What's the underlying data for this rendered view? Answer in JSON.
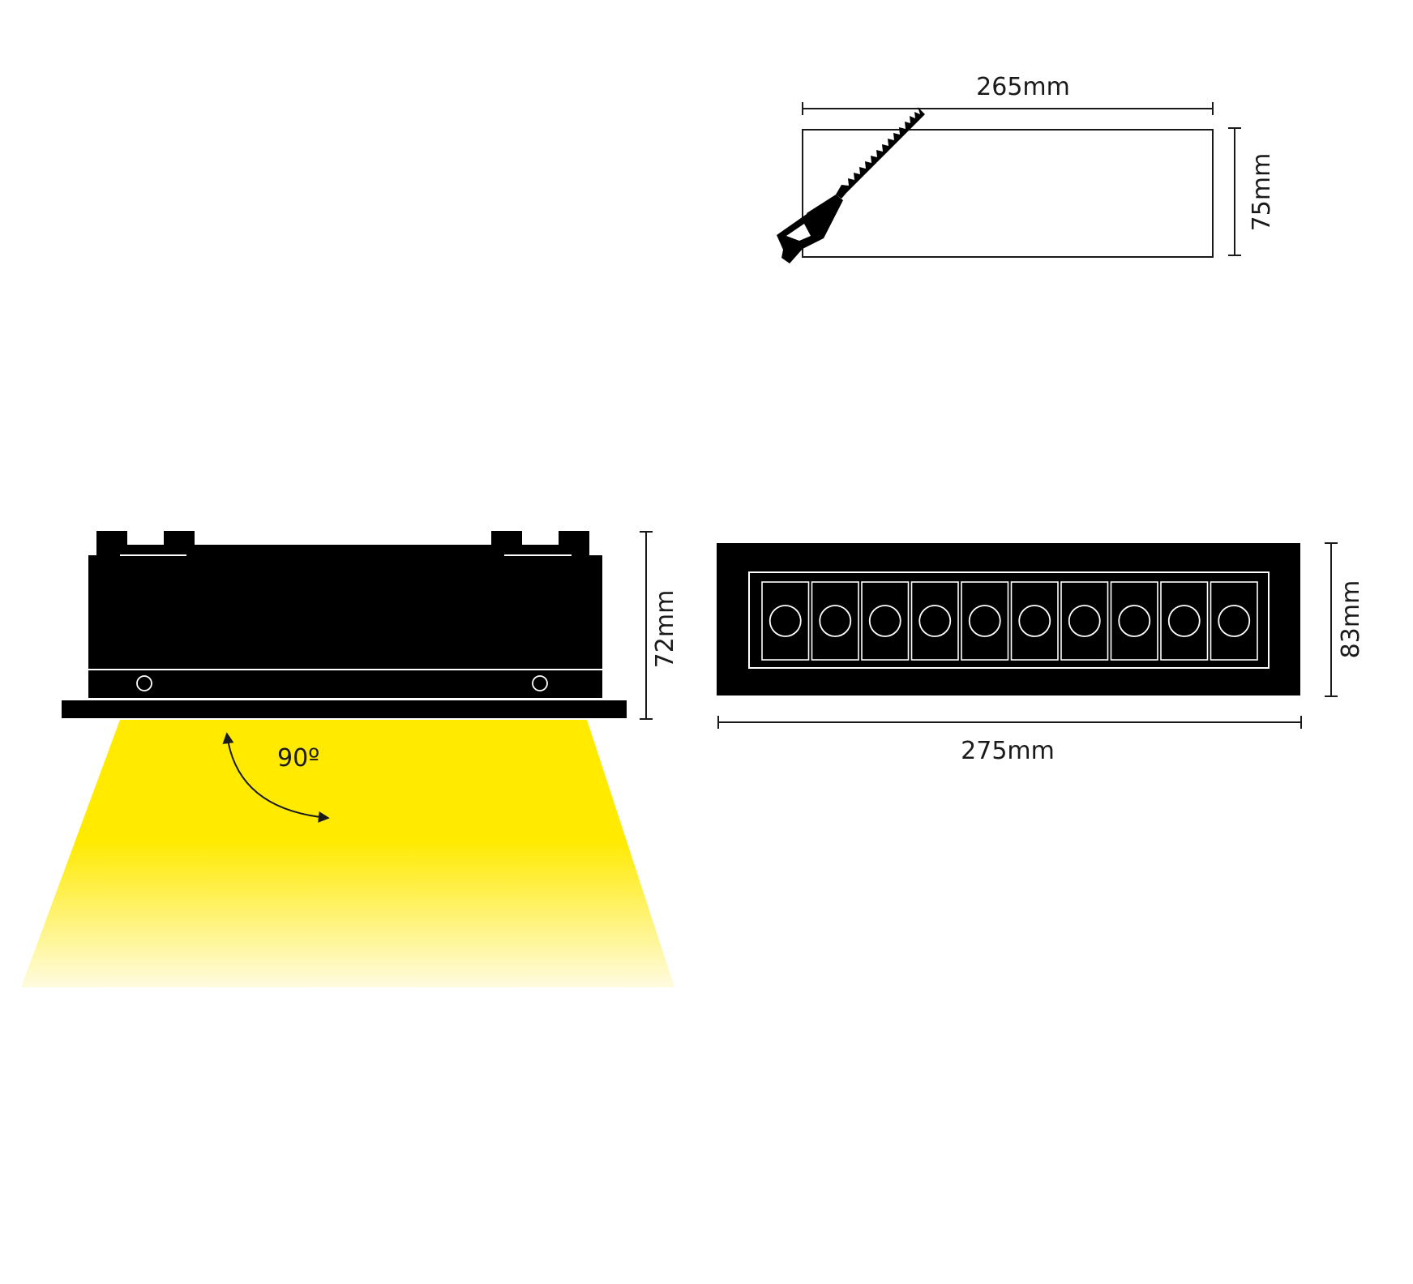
{
  "cutout": {
    "width_label": "265mm",
    "height_label": "75mm"
  },
  "side_view": {
    "height_label": "72mm",
    "beam_angle_label": "90º",
    "beam_color": "#ffea00"
  },
  "front_view": {
    "width_label": "275mm",
    "height_label": "83mm",
    "led_count": 10
  },
  "icons": [
    "saw-icon"
  ]
}
